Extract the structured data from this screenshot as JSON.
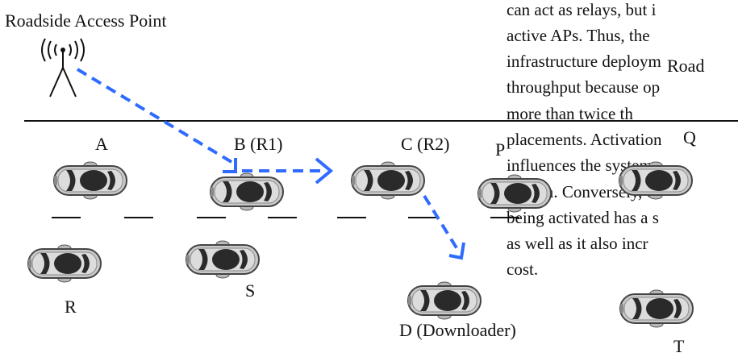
{
  "diagram": {
    "title": "Roadside Access Point",
    "road_label": "Road",
    "car_labels": {
      "A": "A",
      "B": "B (R1)",
      "C": "C (R2)",
      "P": "P",
      "Q": "Q",
      "R": "R",
      "S": "S",
      "D": "D (Downloader)",
      "T": "T"
    }
  },
  "overlay_text": {
    "lines": [
      "can act as relays, but i",
      "active APs. Thus, the",
      "infrastructure deploym",
      "throughput because op",
      "more  than  twice  th",
      "placements. Activation",
      "influences the system",
      "system. Conversely, o",
      "being activated has a s",
      "as well as it also incr",
      "cost."
    ]
  },
  "colors": {
    "link": "#2f6bff",
    "car_body": "#c9c9c9",
    "car_dark": "#2a2a2a"
  }
}
